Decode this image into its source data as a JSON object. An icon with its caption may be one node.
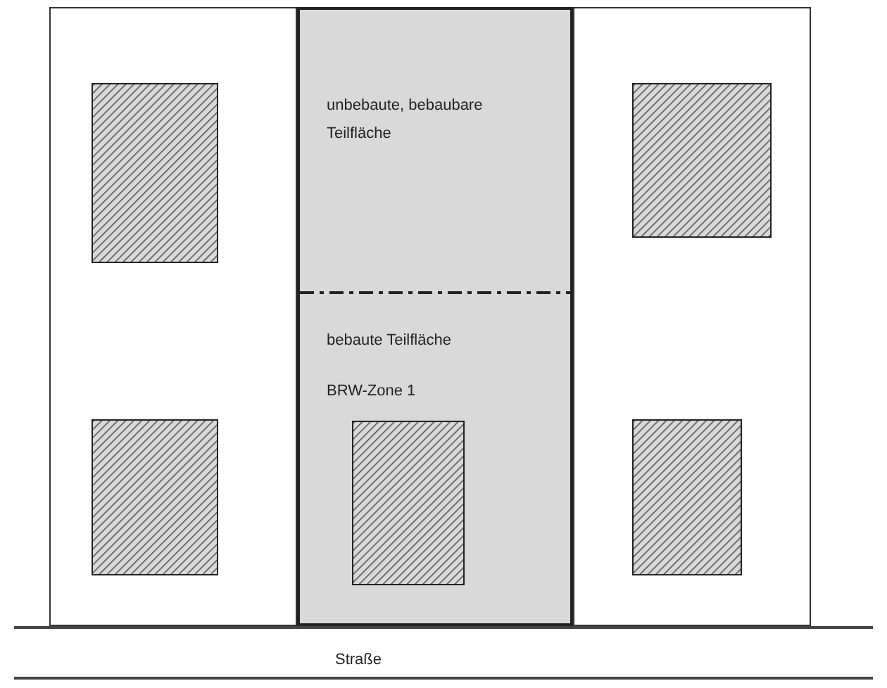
{
  "diagram": {
    "nodes": [
      {
        "text": [],
        "shape": "box"
      },
      {
        "text": [],
        "shape": "box",
        "in": 0
      },
      {
        "text": [],
        "shape": "box",
        "in": 0
      },
      {
        "text": [
          "unbebaute, bebaubare Teilfläche",
          "bebaute Teilfläche",
          "BRW-Zone 1"
        ]
      },
      {
        "text": [],
        "shape": "box",
        "in": 3
      },
      {
        "text": [],
        "shape": "box"
      },
      {
        "text": [],
        "shape": "box",
        "in": 5
      },
      {
        "text": [],
        "shape": "box",
        "in": 5
      },
      {
        "text": [
          "Straße"
        ]
      }
    ]
  }
}
